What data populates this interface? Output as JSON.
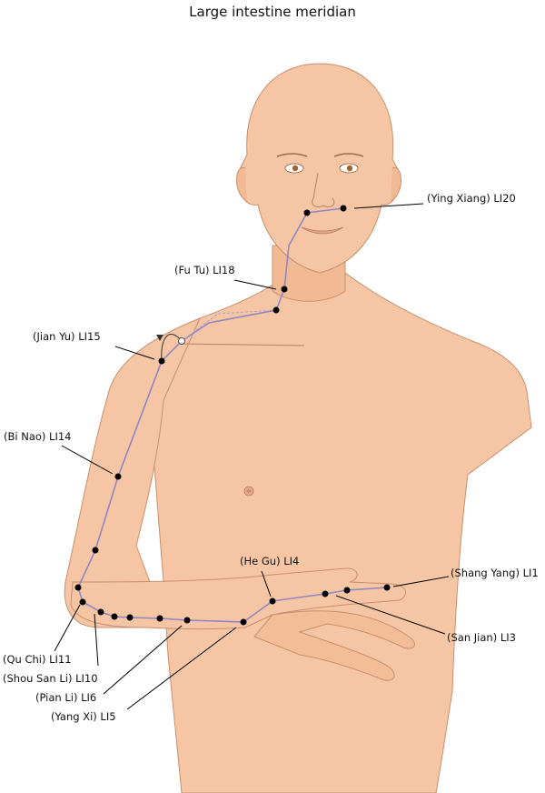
{
  "title": "Large intestine meridian",
  "colors": {
    "skin": "#f6c6a4",
    "skin_shade": "#ebaa86",
    "skin_outline": "#c98f6b",
    "meridian": "#8f86c2",
    "point": "#000000",
    "leader": "#000000"
  },
  "points": [
    {
      "id": "li20",
      "label": "(Ying Xiang) LI20"
    },
    {
      "id": "li18",
      "label": "(Fu Tu) LI18"
    },
    {
      "id": "li15",
      "label": "(Jian Yu) LI15"
    },
    {
      "id": "li14",
      "label": "(Bi Nao) LI14"
    },
    {
      "id": "li4",
      "label": "(He Gu) LI4"
    },
    {
      "id": "li1",
      "label": "(Shang Yang) LI1"
    },
    {
      "id": "li3",
      "label": "(San Jian) LI3"
    },
    {
      "id": "li11",
      "label": "(Qu Chi) LI11"
    },
    {
      "id": "li10",
      "label": "(Shou San Li) LI10"
    },
    {
      "id": "li6",
      "label": "(Pian Li) LI6"
    },
    {
      "id": "li5",
      "label": "(Yang Xi) LI5"
    }
  ]
}
